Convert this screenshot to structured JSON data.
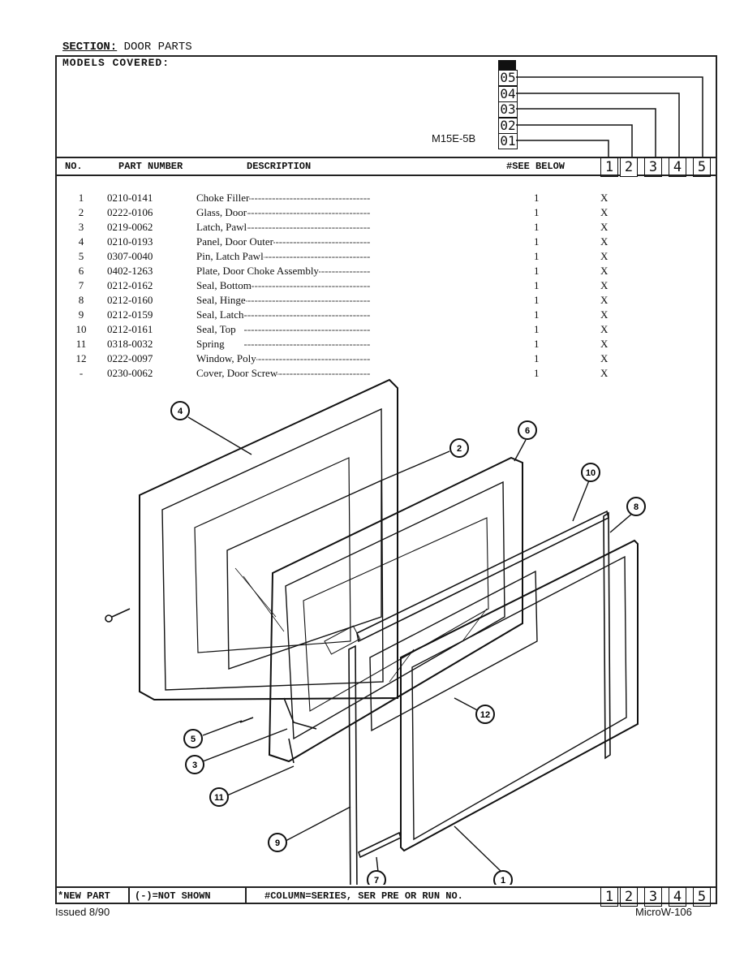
{
  "section": {
    "label": "SECTION:",
    "name": "DOOR PARTS"
  },
  "models_covered_label": "MODELS COVERED:",
  "model_name": "M15E-5B",
  "series_codes": [
    "05",
    "04",
    "03",
    "02",
    "01"
  ],
  "table_header": {
    "no": "NO.",
    "part_number": "PART NUMBER",
    "description": "DESCRIPTION",
    "see_below": "#SEE BELOW",
    "columns": [
      "1",
      "2",
      "3",
      "4",
      "5"
    ]
  },
  "parts": [
    {
      "no": "1",
      "part_number": "0210-0141",
      "description": "Choke Filler",
      "qty": "1",
      "col1": "X"
    },
    {
      "no": "2",
      "part_number": "0222-0106",
      "description": "Glass, Door",
      "qty": "1",
      "col1": "X"
    },
    {
      "no": "3",
      "part_number": "0219-0062",
      "description": "Latch, Pawl",
      "qty": "1",
      "col1": "X"
    },
    {
      "no": "4",
      "part_number": "0210-0193",
      "description": "Panel, Door Outer",
      "qty": "1",
      "col1": "X"
    },
    {
      "no": "5",
      "part_number": "0307-0040",
      "description": "Pin, Latch Pawl",
      "qty": "1",
      "col1": "X"
    },
    {
      "no": "6",
      "part_number": "0402-1263",
      "description": "Plate, Door Choke Assembly",
      "qty": "1",
      "col1": "X"
    },
    {
      "no": "7",
      "part_number": "0212-0162",
      "description": "Seal, Bottom",
      "qty": "1",
      "col1": "X"
    },
    {
      "no": "8",
      "part_number": "0212-0160",
      "description": "Seal, Hinge",
      "qty": "1",
      "col1": "X"
    },
    {
      "no": "9",
      "part_number": "0212-0159",
      "description": "Seal, Latch",
      "qty": "1",
      "col1": "X"
    },
    {
      "no": "10",
      "part_number": "0212-0161",
      "description": "Seal, Top",
      "qty": "1",
      "col1": "X"
    },
    {
      "no": "11",
      "part_number": "0318-0032",
      "description": "Spring",
      "qty": "1",
      "col1": "X"
    },
    {
      "no": "12",
      "part_number": "0222-0097",
      "description": "Window, Poly",
      "qty": "1",
      "col1": "X"
    },
    {
      "no": "-",
      "part_number": "0230-0062",
      "description": "Cover, Door Screw",
      "qty": "1",
      "col1": "X"
    }
  ],
  "callouts": [
    "4",
    "2",
    "6",
    "10",
    "8",
    "12",
    "5",
    "3",
    "11",
    "9",
    "7",
    "1"
  ],
  "footer": {
    "new_part": "*NEW PART",
    "not_shown": "(-)=NOT SHOWN",
    "column_note": "#COLUMN=SERIES, SER PRE OR RUN NO.",
    "columns": [
      "1",
      "2",
      "3",
      "4",
      "5"
    ]
  },
  "issued": "Issued 8/90",
  "page_code": "MicroW-106"
}
